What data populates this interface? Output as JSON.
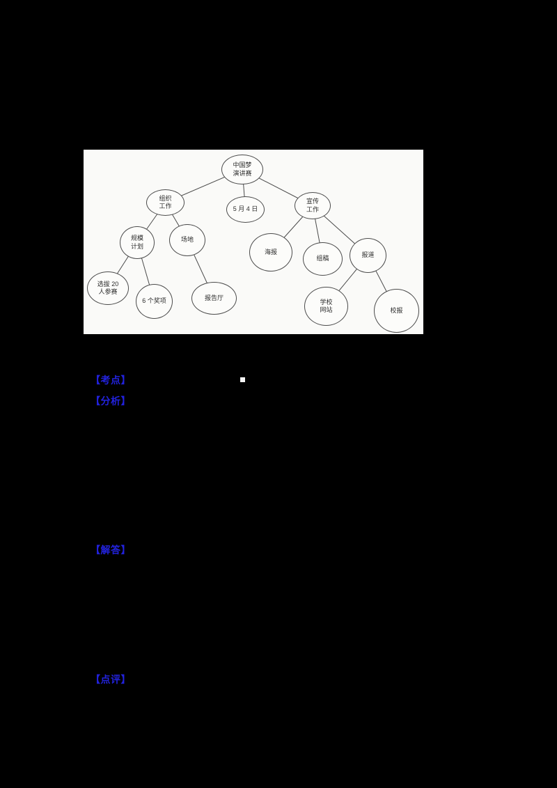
{
  "page": {
    "background": "#000000"
  },
  "colors": {
    "tag_blue": "#2222dd",
    "figure_background": "#fafaf8"
  },
  "figure": {
    "description": "hand-drawn mind map of speech contest planning",
    "nodes": [
      {
        "id": "root",
        "label": "中国梦\n演讲赛"
      },
      {
        "id": "org",
        "label": "组织\n工作"
      },
      {
        "id": "date",
        "label": "5 月 4 日"
      },
      {
        "id": "pub",
        "label": "宣传\n工作"
      },
      {
        "id": "scale",
        "label": "规模\n计划"
      },
      {
        "id": "venue",
        "label": "场地"
      },
      {
        "id": "poster",
        "label": "海报"
      },
      {
        "id": "draft",
        "label": "组稿"
      },
      {
        "id": "report",
        "label": "报道"
      },
      {
        "id": "select",
        "label": "选拔 20\n人参赛"
      },
      {
        "id": "awards",
        "label": "6 个奖项"
      },
      {
        "id": "hall",
        "label": "报告厅"
      },
      {
        "id": "website",
        "label": "学校\n网站"
      },
      {
        "id": "paper",
        "label": "校报"
      }
    ],
    "edges": [
      {
        "from": "root",
        "to": "org"
      },
      {
        "from": "root",
        "to": "date"
      },
      {
        "from": "root",
        "to": "pub"
      },
      {
        "from": "org",
        "to": "scale"
      },
      {
        "from": "org",
        "to": "venue"
      },
      {
        "from": "scale",
        "to": "select"
      },
      {
        "from": "scale",
        "to": "awards"
      },
      {
        "from": "venue",
        "to": "hall"
      },
      {
        "from": "pub",
        "to": "poster"
      },
      {
        "from": "pub",
        "to": "draft"
      },
      {
        "from": "pub",
        "to": "report"
      },
      {
        "from": "report",
        "to": "website"
      },
      {
        "from": "report",
        "to": "paper"
      }
    ]
  },
  "tags": {
    "kaodian": "【考点】",
    "fenxi": "【分析】",
    "jieda": "【解答】",
    "dianping": "【点评】"
  }
}
